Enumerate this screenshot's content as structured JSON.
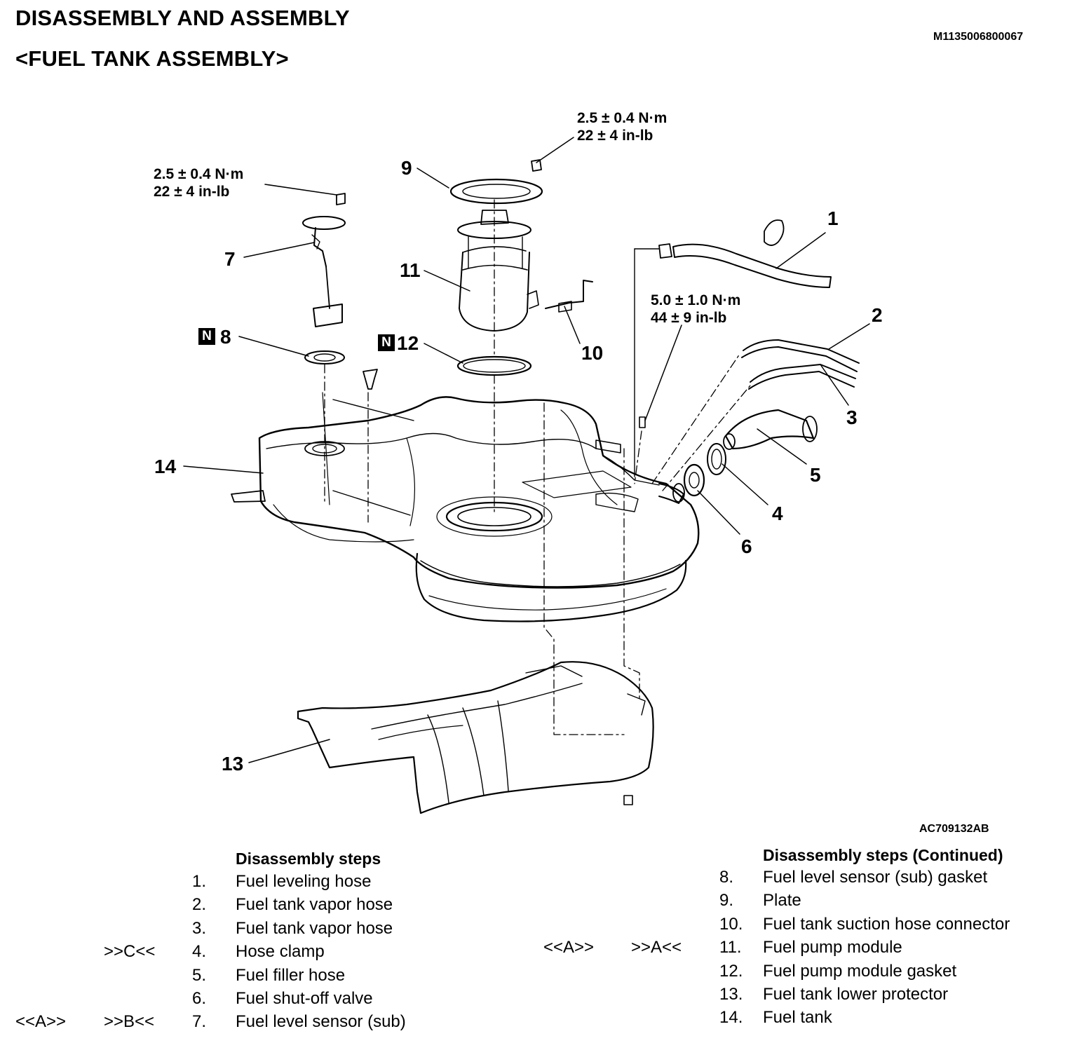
{
  "header": {
    "title_line1": "DISASSEMBLY AND ASSEMBLY",
    "title_line2": "<FUEL TANK ASSEMBLY>",
    "doc_id": "M1135006800067"
  },
  "figure": {
    "figure_id": "AC709132AB",
    "torque_specs": [
      {
        "nm": "2.5 ± 0.4 N·m",
        "inlb": "22 ± 4 in-lb"
      },
      {
        "nm": "2.5 ± 0.4 N·m",
        "inlb": "22 ± 4 in-lb"
      },
      {
        "nm": "5.0 ± 1.0 N·m",
        "inlb": "44 ± 9 in-lb"
      }
    ],
    "callouts": [
      "1",
      "2",
      "3",
      "4",
      "5",
      "6",
      "7",
      "8",
      "9",
      "10",
      "11",
      "12",
      "13",
      "14"
    ],
    "new_part_mark": "N"
  },
  "steps_left": {
    "heading": "Disassembly steps",
    "rows": [
      {
        "pre": "",
        "post": "",
        "num": "1.",
        "text": "Fuel leveling hose"
      },
      {
        "pre": "",
        "post": "",
        "num": "2.",
        "text": "Fuel tank vapor hose"
      },
      {
        "pre": "",
        "post": "",
        "num": "3.",
        "text": "Fuel tank vapor hose"
      },
      {
        "pre": "",
        "post": ">>C<<",
        "num": "4.",
        "text": "Hose clamp"
      },
      {
        "pre": "",
        "post": "",
        "num": "5.",
        "text": "Fuel filler hose"
      },
      {
        "pre": "",
        "post": "",
        "num": "6.",
        "text": "Fuel shut-off valve"
      },
      {
        "pre": "<<A>>",
        "post": ">>B<<",
        "num": "7.",
        "text": "Fuel level sensor (sub)"
      }
    ]
  },
  "steps_right": {
    "heading": "Disassembly steps (Continued)",
    "rows": [
      {
        "pre": "",
        "post": "",
        "num": "8.",
        "text": "Fuel level sensor (sub) gasket"
      },
      {
        "pre": "",
        "post": "",
        "num": "9.",
        "text": "Plate"
      },
      {
        "pre": "",
        "post": "",
        "num": "10.",
        "text": "Fuel tank suction hose connector"
      },
      {
        "pre": "<<A>>",
        "post": ">>A<<",
        "num": "11.",
        "text": "Fuel pump module"
      },
      {
        "pre": "",
        "post": "",
        "num": "12.",
        "text": "Fuel pump module gasket"
      },
      {
        "pre": "",
        "post": "",
        "num": "13.",
        "text": "Fuel tank lower protector"
      },
      {
        "pre": "",
        "post": "",
        "num": "14.",
        "text": "Fuel tank"
      }
    ]
  }
}
